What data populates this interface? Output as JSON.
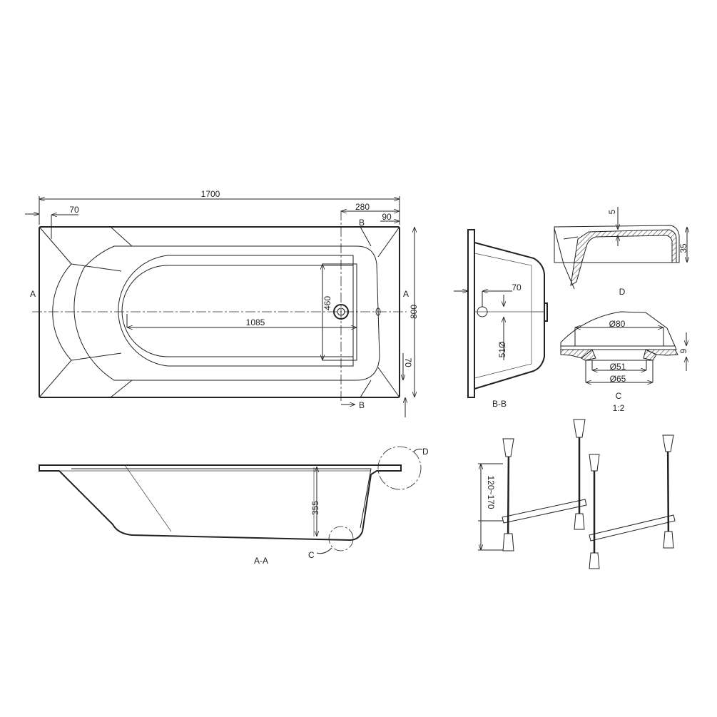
{
  "top_view": {
    "dim_length": "1700",
    "dim_rim_left": "70",
    "dim_drain_offset": "280",
    "dim_rim_right": "90",
    "dim_width": "800",
    "dim_inner_width": "460",
    "dim_inner_length": "1085",
    "dim_rim_bottom": "70",
    "section_a_left": "A",
    "section_a_right": "A",
    "section_b_top": "B",
    "section_b_bottom": "B"
  },
  "section_aa": {
    "label": "A-A",
    "dim_depth": "355",
    "detail_c": "C",
    "detail_d": "D"
  },
  "section_bb": {
    "label": "B-B",
    "dim_overflow": "70",
    "dim_overflow_dia": "51Ø"
  },
  "detail_d": {
    "label": "D",
    "dim_thickness": "5",
    "dim_height": "35"
  },
  "detail_c": {
    "label": "C",
    "scale": "1:2",
    "dim_outer": "Ø80",
    "dim_inner": "Ø51",
    "dim_mid": "Ø65",
    "dim_thickness": "9"
  },
  "legs": {
    "dim_height": "120~170"
  }
}
